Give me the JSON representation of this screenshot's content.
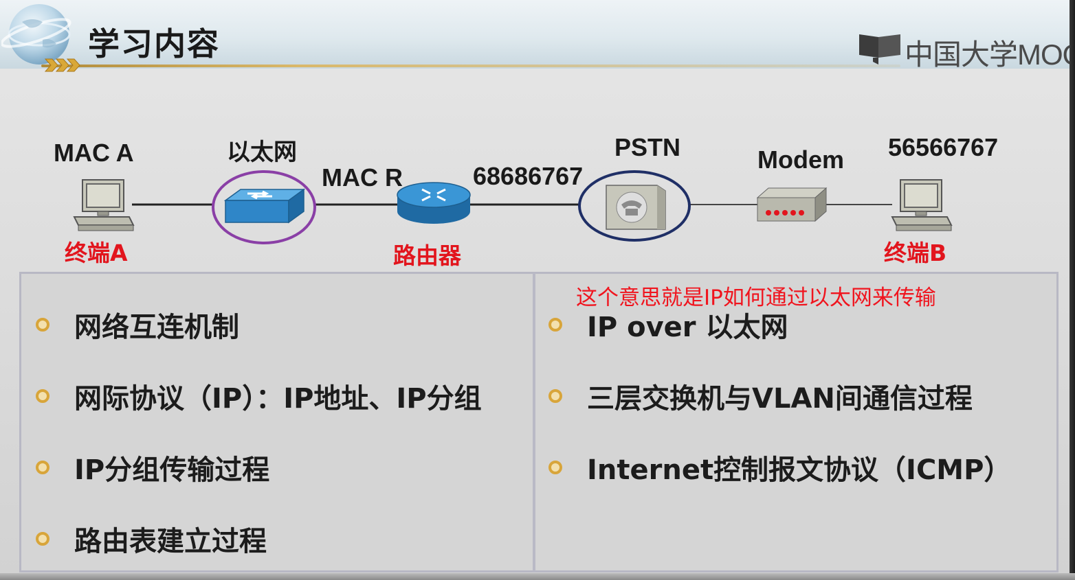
{
  "header": {
    "title": "学习内容",
    "logo_text": "中国大学MOOC"
  },
  "diagram": {
    "labels": {
      "mac_a": "MAC A",
      "ethernet": "以太网",
      "mac_r": "MAC R",
      "router_number": "68686767",
      "pstn": "PSTN",
      "modem": "Modem",
      "terminal_b_number": "56566767"
    },
    "captions": {
      "terminal_a": "终端A",
      "router": "路由器",
      "terminal_b": "终端B"
    }
  },
  "annotation": "这个意思就是IP如何通过以太网来传输",
  "left_items": [
    "网络互连机制",
    "网际协议（IP）：IP地址、IP分组",
    "IP分组传输过程",
    "路由表建立过程"
  ],
  "right_items": [
    "IP over 以太网",
    "三层交换机与VLAN间通信过程",
    "Internet控制报文协议（ICMP）"
  ],
  "colors": {
    "accent_red": "#e2151d",
    "bullet": "#d8a53a",
    "ethernet_circle": "#8a3fa6",
    "pstn_circle": "#1f2f66",
    "device_blue": "#2f86c8"
  }
}
